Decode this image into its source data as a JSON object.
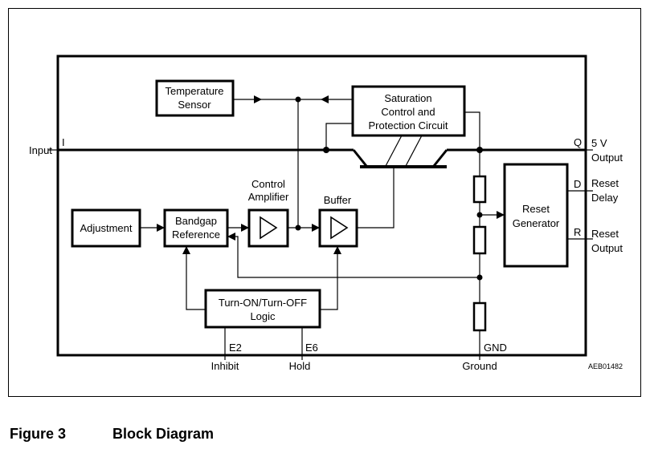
{
  "blocks": {
    "temperature_sensor": [
      "Temperature",
      "Sensor"
    ],
    "saturation_control": [
      "Saturation",
      "Control and",
      "Protection Circuit"
    ],
    "adjustment": "Adjustment",
    "bandgap_reference": [
      "Bandgap",
      "Reference"
    ],
    "control_amplifier": [
      "Control",
      "Amplifier"
    ],
    "buffer": "Buffer",
    "reset_generator": [
      "Reset",
      "Generator"
    ],
    "turn_on_off_logic": [
      "Turn-ON/Turn-OFF",
      "Logic"
    ]
  },
  "pins": {
    "input": {
      "pin": "I",
      "label": "Input"
    },
    "output": {
      "pin": "Q",
      "label": [
        "5 V",
        "Output"
      ]
    },
    "reset_delay": {
      "pin": "D",
      "label": [
        "Reset",
        "Delay"
      ]
    },
    "reset_output": {
      "pin": "R",
      "label": [
        "Reset",
        "Output"
      ]
    },
    "inhibit": {
      "pin": "E2",
      "label": "Inhibit"
    },
    "hold": {
      "pin": "E6",
      "label": "Hold"
    },
    "ground": {
      "pin": "GND",
      "label": "Ground"
    }
  },
  "drawing_code": "AEB01482",
  "caption": {
    "number": "Figure 3",
    "title": "Block Diagram"
  }
}
